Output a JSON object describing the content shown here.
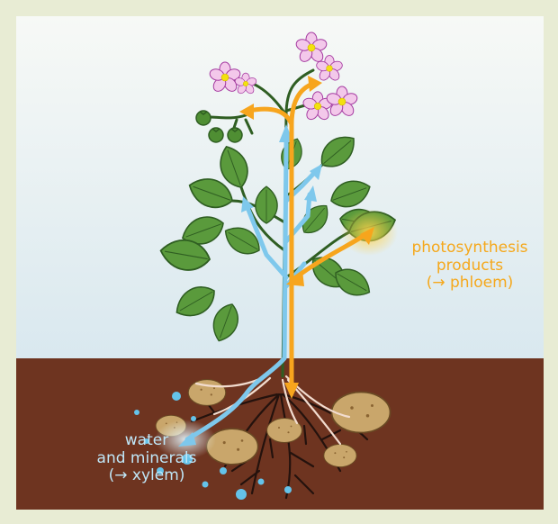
{
  "labels": {
    "photosynthesis": [
      "photosynthesis",
      "products",
      "(→ phloem)"
    ],
    "water": [
      "water",
      "and minerals",
      "(→ xylem)"
    ]
  },
  "colors": {
    "sky_top": "#f6f8f5",
    "sky_bottom": "#dbe9f0",
    "soil": "#6e3420",
    "leaf": "#5a9a3c",
    "leaf_dark": "#2f5e22",
    "flower": "#f3c8ea",
    "flower_center": "#f3e10f",
    "tuber": "#c9a66b",
    "root": "#2a1410",
    "xylem": "#7ec8ec",
    "phloem": "#f7a51d",
    "frame": "#e8ecd4"
  }
}
